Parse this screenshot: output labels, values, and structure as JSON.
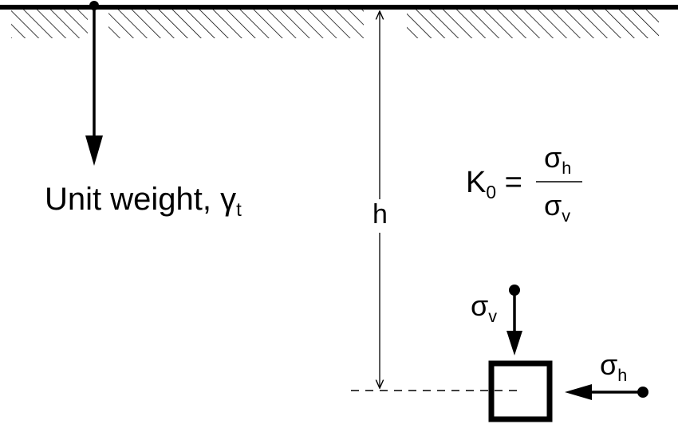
{
  "unit_weight": {
    "text": "Unit weight, ",
    "symbol": "γ",
    "subscript": "t"
  },
  "depth_label": "h",
  "formula": {
    "lhs": "K",
    "lhs_subscript": "0",
    "equals": " =",
    "numerator": "σ",
    "numerator_subscript": "h",
    "denominator": "σ",
    "denominator_subscript": "v"
  },
  "vertical_stress": {
    "symbol": "σ",
    "subscript": "v"
  },
  "horizontal_stress": {
    "symbol": "σ",
    "subscript": "h"
  }
}
